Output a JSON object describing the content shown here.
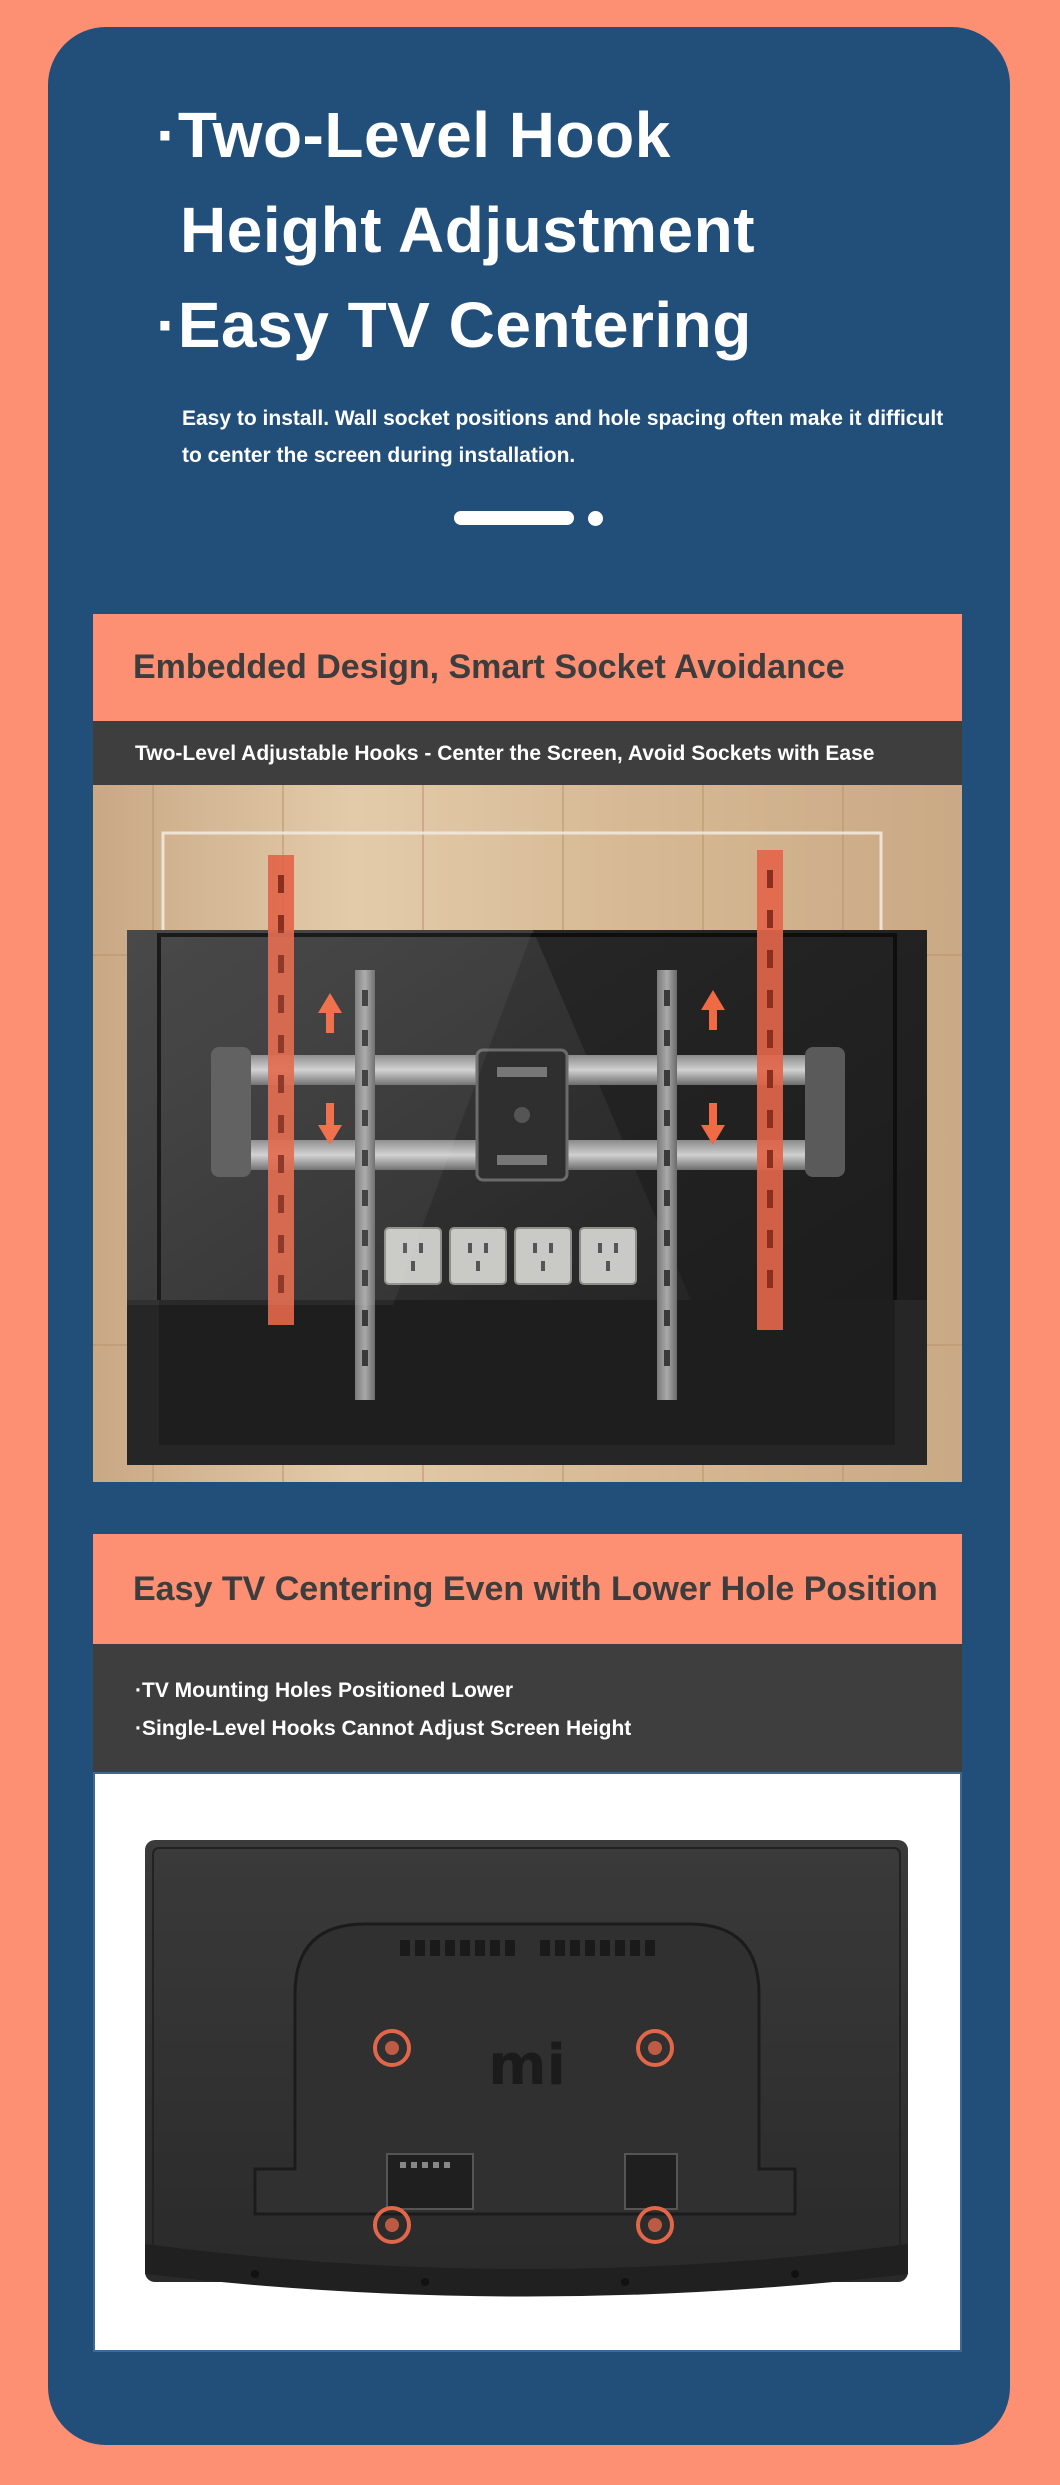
{
  "hero": {
    "line1": "·Two-Level Hook",
    "line2": "Height Adjustment",
    "line3": "·Easy TV Centering",
    "description": "Easy to install. Wall socket positions and hole spacing often make it difficult to center the screen during installation."
  },
  "section1": {
    "title": "Embedded Design, Smart Socket Avoidance",
    "subtitle": "Two-Level Adjustable Hooks - Center the Screen, Avoid Sockets with Ease"
  },
  "section2": {
    "title": "Easy TV Centering Even with Lower Hole Position",
    "bullets": [
      "·TV Mounting Holes Positioned Lower",
      "·Single-Level Hooks Cannot Adjust Screen Height"
    ],
    "tv_logo": "mi"
  },
  "colors": {
    "background": "#fd8f72",
    "panel": "#224f7a",
    "accent": "#fd8f72",
    "dark_bar": "#3e3e3e",
    "hook": "#e2664a"
  }
}
